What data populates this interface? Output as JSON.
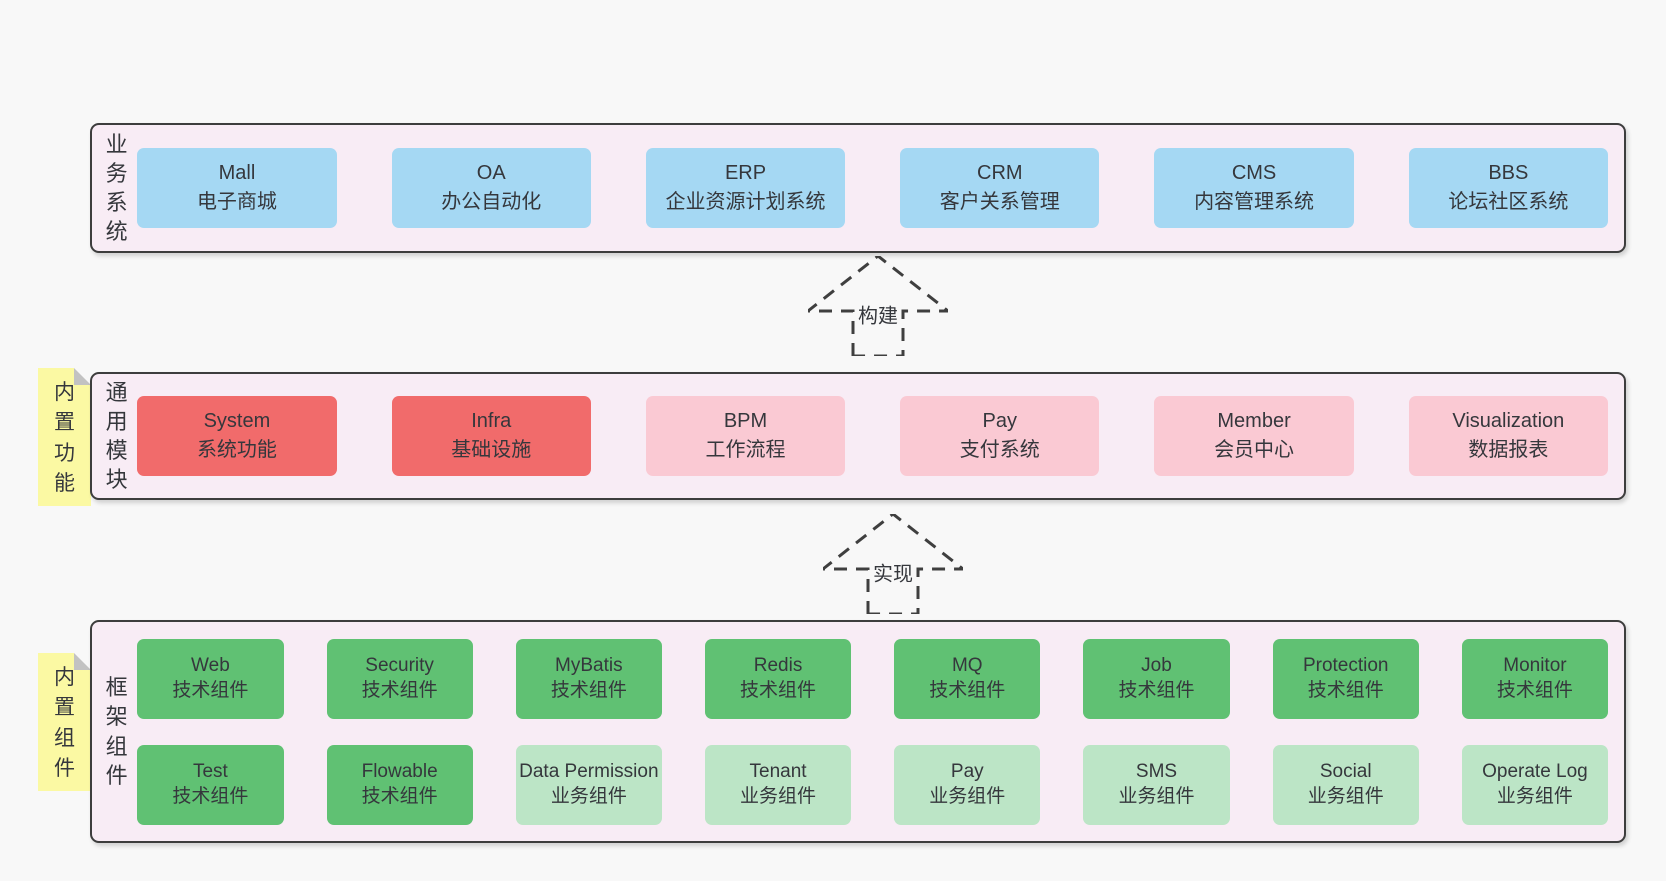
{
  "colors": {
    "page_bg": "#f8f8f8",
    "band_bg": "#f8ecf5",
    "band_border": "#3d3d3d",
    "text": "#35373c",
    "line": "#3f3f3f",
    "blue": "#a5d8f3",
    "red": "#f16b6b",
    "pink": "#fac9d3",
    "green": "#60c173",
    "green_light": "#bce5c6",
    "note_yellow": "#fbf9a3",
    "fold_gray": "#c2c2c2"
  },
  "arrows": [
    {
      "label": "构建"
    },
    {
      "label": "实现"
    }
  ],
  "bands": [
    {
      "label": "业务系统",
      "boxes": [
        {
          "name": "Mall",
          "desc": "电子商城"
        },
        {
          "name": "OA",
          "desc": "办公自动化"
        },
        {
          "name": "ERP",
          "desc": "企业资源计划系统"
        },
        {
          "name": "CRM",
          "desc": "客户关系管理"
        },
        {
          "name": "CMS",
          "desc": "内容管理系统"
        },
        {
          "name": "BBS",
          "desc": "论坛社区系统"
        }
      ]
    },
    {
      "label": "通用模块",
      "note": "内置功能",
      "boxes": [
        {
          "name": "System",
          "desc": "系统功能"
        },
        {
          "name": "Infra",
          "desc": "基础设施"
        },
        {
          "name": "BPM",
          "desc": "工作流程"
        },
        {
          "name": "Pay",
          "desc": "支付系统"
        },
        {
          "name": "Member",
          "desc": "会员中心"
        },
        {
          "name": "Visualization",
          "desc": "数据报表"
        }
      ]
    },
    {
      "label": "框架组件",
      "note": "内置组件",
      "rows": [
        [
          {
            "name": "Web",
            "desc": "技术组件"
          },
          {
            "name": "Security",
            "desc": "技术组件"
          },
          {
            "name": "MyBatis",
            "desc": "技术组件"
          },
          {
            "name": "Redis",
            "desc": "技术组件"
          },
          {
            "name": "MQ",
            "desc": "技术组件"
          },
          {
            "name": "Job",
            "desc": "技术组件"
          },
          {
            "name": "Protection",
            "desc": "技术组件"
          },
          {
            "name": "Monitor",
            "desc": "技术组件"
          }
        ],
        [
          {
            "name": "Test",
            "desc": "技术组件"
          },
          {
            "name": "Flowable",
            "desc": "技术组件"
          },
          {
            "name": "Data Permission",
            "desc": "业务组件"
          },
          {
            "name": "Tenant",
            "desc": "业务组件"
          },
          {
            "name": "Pay",
            "desc": "业务组件"
          },
          {
            "name": "SMS",
            "desc": "业务组件"
          },
          {
            "name": "Social",
            "desc": "业务组件"
          },
          {
            "name": "Operate Log",
            "desc": "业务组件"
          }
        ]
      ]
    }
  ]
}
